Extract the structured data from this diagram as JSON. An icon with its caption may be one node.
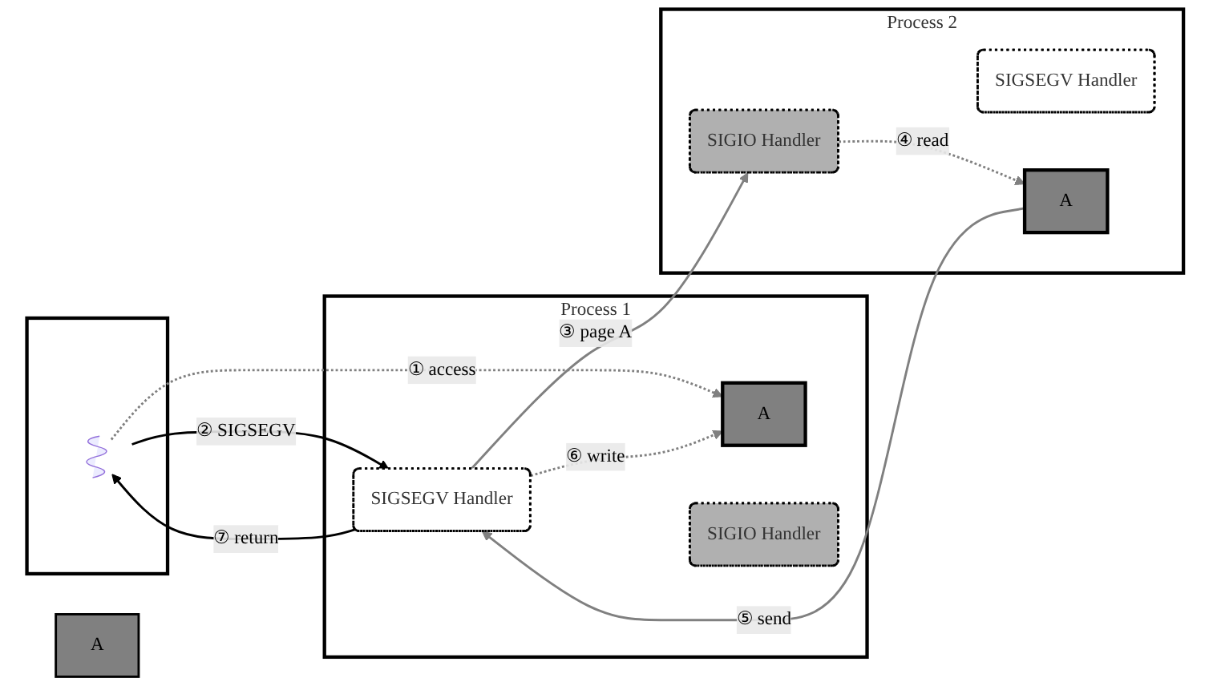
{
  "diagram": {
    "nodes": [
      {
        "text": [],
        "shape": "box"
      },
      {
        "text": [],
        "shape": "picture",
        "in": 0
      },
      {
        "text": [
          "Process 1"
        ]
      },
      {
        "text": [
          "A"
        ],
        "in": 2
      },
      {
        "text": [
          "SIGSEGV Handler"
        ],
        "in": 2
      },
      {
        "text": [
          "SIGIO Handler"
        ],
        "in": 2
      },
      {
        "text": [
          "A"
        ]
      },
      {
        "text": [
          "Process 2"
        ]
      },
      {
        "text": [
          "SIGSEGV Handler"
        ],
        "in": 7
      },
      {
        "text": [
          "SIGIO Handler"
        ],
        "in": 7
      },
      {
        "text": [
          "A"
        ],
        "in": 7
      }
    ],
    "edges": [
      {
        "from": 1,
        "to": 3,
        "arrow": "to",
        "label": "① access",
        "style": "dashed"
      },
      {
        "from": 1,
        "to": 4,
        "arrow": "to",
        "label": "② SIGSEGV",
        "color": "#000000"
      },
      {
        "from": 4,
        "to": 9,
        "arrow": "to",
        "label": "③ page A"
      },
      {
        "from": 9,
        "to": 10,
        "arrow": "to",
        "label": "④ read",
        "style": "dashed"
      },
      {
        "from": 10,
        "to": 4,
        "arrow": "to",
        "label": "⑤ send"
      },
      {
        "from": 4,
        "to": 3,
        "arrow": "to",
        "label": "⑥ write",
        "style": "dashed"
      },
      {
        "from": 4,
        "to": 1,
        "arrow": "to",
        "label": "⑦ return",
        "color": "#000000"
      }
    ]
  }
}
